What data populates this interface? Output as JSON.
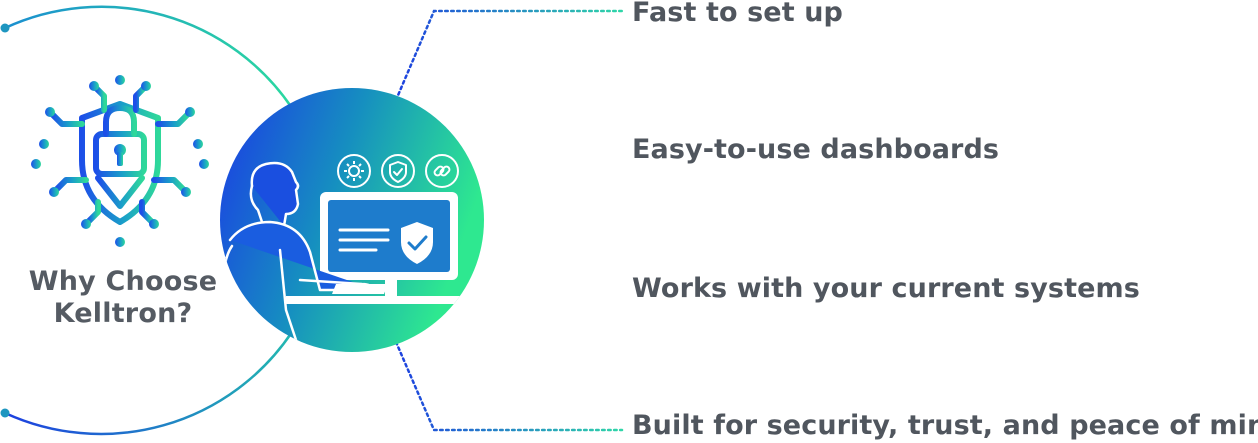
{
  "title_lines": [
    "Why Choose",
    "Kelltron?"
  ],
  "features": [
    {
      "label": "Fast to set up"
    },
    {
      "label": "Easy-to-use dashboards"
    },
    {
      "label": "Works with your current systems"
    },
    {
      "label": "Built for security, trust, and peace of mind"
    }
  ],
  "icons": {
    "logo": "shield-lock-circuit-icon",
    "monitor_icons": [
      "gear-icon",
      "shield-check-icon",
      "link-icon"
    ],
    "screen_badge": "shield-check-icon",
    "person": "person-at-computer-illustration"
  },
  "colors": {
    "blue": "#1d3fe0",
    "teal": "#1ea3b0",
    "green": "#2fe28e",
    "text": "#50565e"
  }
}
